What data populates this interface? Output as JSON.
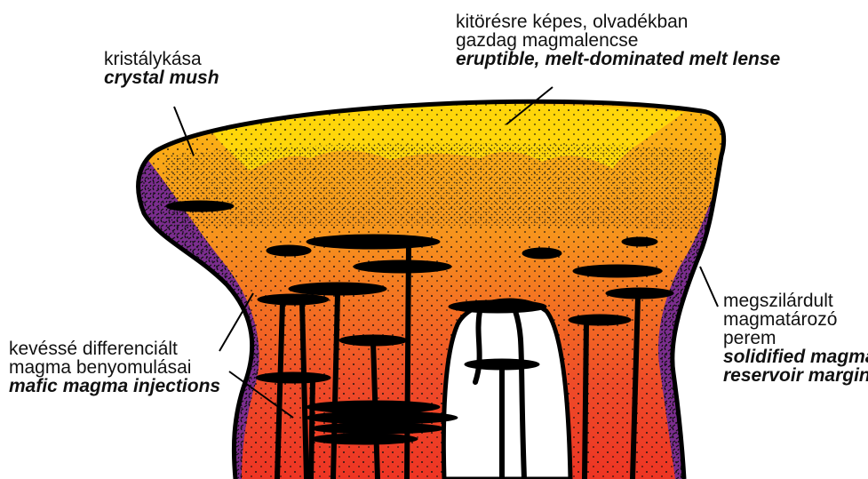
{
  "labels": {
    "melt_lens": {
      "hu_line1": "kitörésre képes, olvadékban",
      "hu_line2": "gazdag magmalencse",
      "en": "eruptible, melt-dominated melt lense"
    },
    "crystal_mush": {
      "hu": "kristálykása",
      "en": "crystal mush"
    },
    "margin": {
      "hu_line1": "megszilárdult",
      "hu_line2": "magmatározó",
      "hu_line3": "perem",
      "en_line1": "solidified magma",
      "en_line2": "reservoir margin"
    },
    "injections": {
      "hu_line1": "kevéssé differenciált",
      "hu_line2": "magma benyomulásai",
      "en": "mafic magma injections"
    }
  },
  "colors": {
    "outline": "#000000",
    "melt_lens_yellow": "#ffd60a",
    "mush_orange": "#f7941d",
    "mush_red": "#ee3524",
    "margin_purple": "#7b2d8e",
    "background": "#ffffff"
  }
}
